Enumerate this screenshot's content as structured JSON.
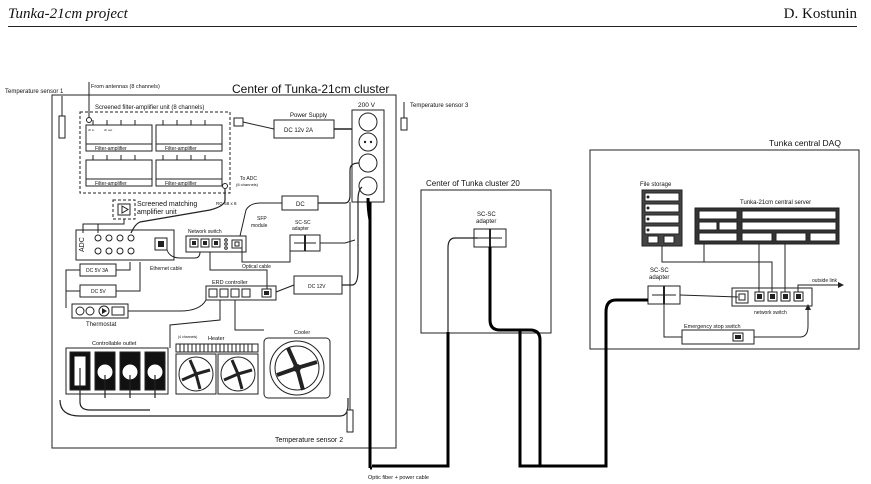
{
  "header": {
    "left": "Tunka-21cm project",
    "right": "D. Kostunin"
  },
  "cluster": {
    "title": "Center of Tunka-21cm cluster",
    "temp_sensor_1": "Temperature sensor 1",
    "from_antennas": "From antennas (8 channels)",
    "screened_unit": "Screened filter-amplifier unit (8 channels)",
    "filter_amplifier": "Filter-amplifier",
    "ch_in": "ch in",
    "ch_out": "ch out",
    "power_supply": "Power Supply",
    "psu_rating": "DC 12v 2A",
    "v200": "200 V",
    "temp_sensor_3": "Temperature sensor 3",
    "to_adc": "To ADC",
    "to_adc_channels": "(8 channels)",
    "rg58": "RG-58 x 8",
    "matching_unit_1": "Screened matching",
    "matching_unit_2": "amplifier unit",
    "adc": "ADC",
    "network_switch": "Network switch",
    "sfp_module_1": "SFP",
    "sfp_module_2": "module",
    "dc": "DC",
    "sc_sc_adapter_1": "SC-SC",
    "sc_sc_adapter_2": "adapter",
    "ethernet_cable": "Ethernet cable",
    "optical_cable": "Optical cable",
    "dc_5v_3a": "DC 5V 3A",
    "dc_5v": "DC 5V",
    "erd_controller": "ERD controller",
    "dc_12v": "DC 12V",
    "thermostat": "Thermostat",
    "controllable_outlet": "Controllable outlet",
    "four_channels": "(4 channels)",
    "heater": "Heater",
    "cooler": "Cooler",
    "temp_sensor_2": "Temperature sensor 2"
  },
  "cluster20": {
    "title": "Center of Tunka cluster 20",
    "adapter_1": "SC-SC",
    "adapter_2": "adapter"
  },
  "daq": {
    "title": "Tunka central DAQ",
    "file_storage": "File storage",
    "central_server": "Tunka-21cm central server",
    "adapter_1": "SC-SC",
    "adapter_2": "adapter",
    "outside_link": "outside link",
    "network_switch": "network switch",
    "emergency_stop": "Emergency stop switch"
  },
  "fiber_label": "Optic fiber + power cable"
}
